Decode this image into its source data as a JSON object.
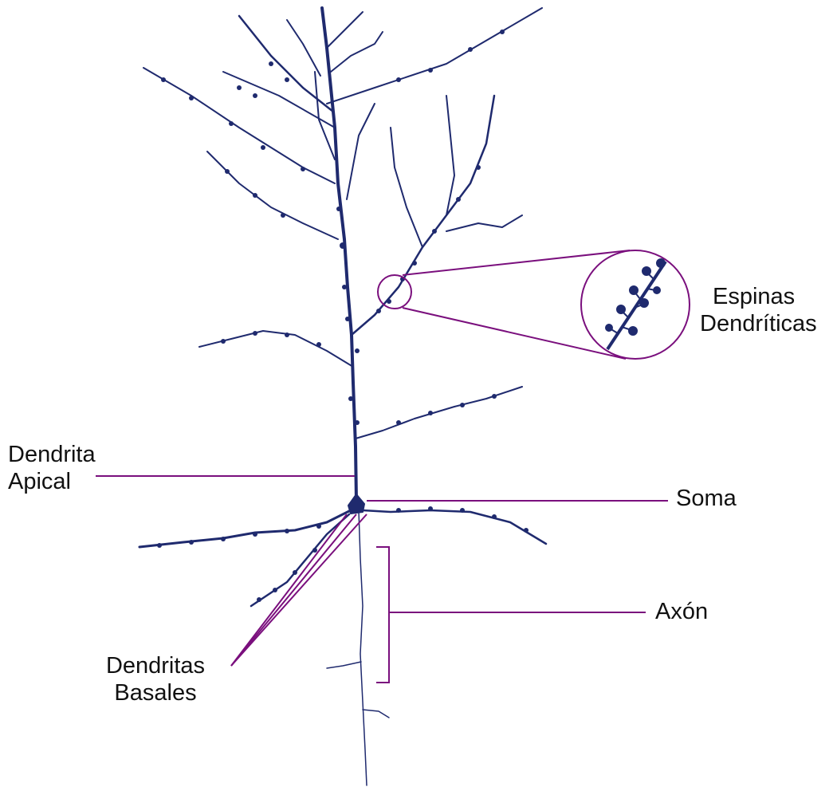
{
  "colors": {
    "neuron": "#1f2a6e",
    "callout": "#7a0f7d",
    "background": "#ffffff",
    "text": "#111111"
  },
  "labels": {
    "espinas": {
      "line1": "Espinas",
      "line2": "Dendríticas"
    },
    "apical": {
      "line1": "Dendrita",
      "line2": "Apical"
    },
    "soma": "Soma",
    "axon": "Axón",
    "basales": {
      "line1": "Dendritas",
      "line2": "Basales"
    }
  }
}
